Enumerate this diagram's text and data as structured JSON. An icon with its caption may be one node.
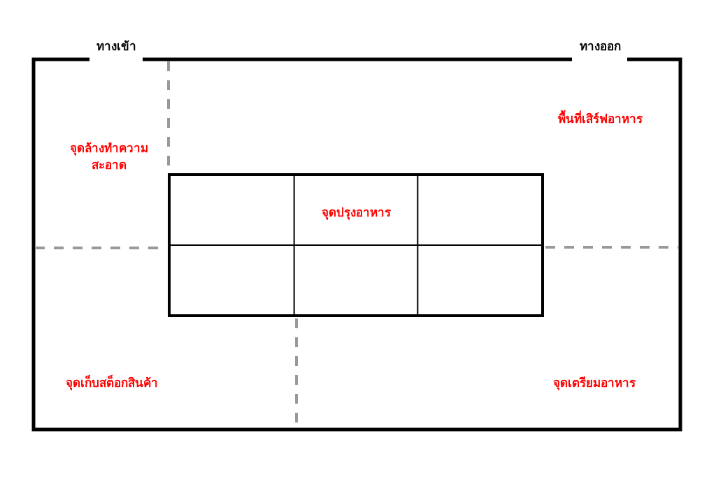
{
  "diagram": {
    "nodes": [
      {
        "text": [
          "จุดปรุงอาหาร"
        ]
      }
    ],
    "labels": [
      "ทางเข้า",
      "ทางออก",
      "พื้นที่เสิร์ฟอาหาร",
      "จุดล้างทำความสะอาด",
      "จุดเก็บสต็อกสินค้า",
      "จุดเตรียมอาหาร"
    ]
  }
}
